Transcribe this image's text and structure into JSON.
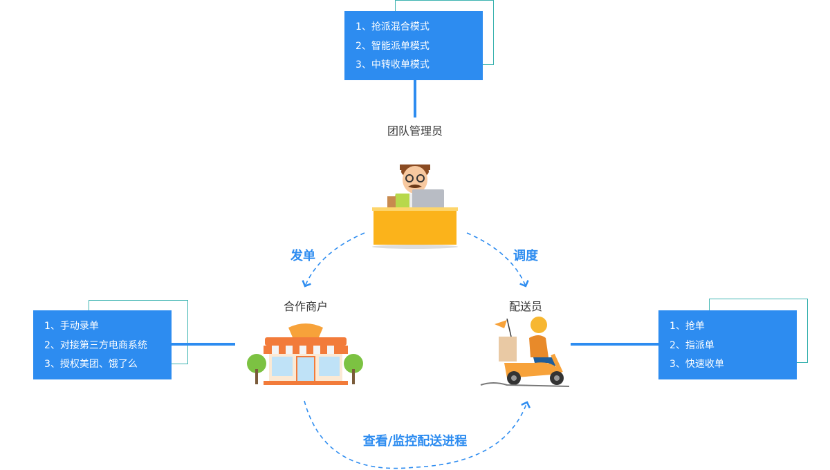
{
  "manager": {
    "label": "团队管理员",
    "items": [
      "1、抢派混合模式",
      "2、智能派单模式",
      "3、中转收单模式"
    ]
  },
  "merchant": {
    "label": "合作商户",
    "items": [
      "1、手动录单",
      "2、对接第三方电商系统",
      "3、授权美团、饿了么"
    ]
  },
  "courier": {
    "label": "配送员",
    "items": [
      "1、抢单",
      "2、指派单",
      "3、快速收单"
    ]
  },
  "flows": {
    "dispatch_order": "发单",
    "schedule": "调度",
    "monitor": "查看/监控配送进程"
  },
  "colors": {
    "primary": "#2d8cf0",
    "outline": "#3bb3b0"
  }
}
